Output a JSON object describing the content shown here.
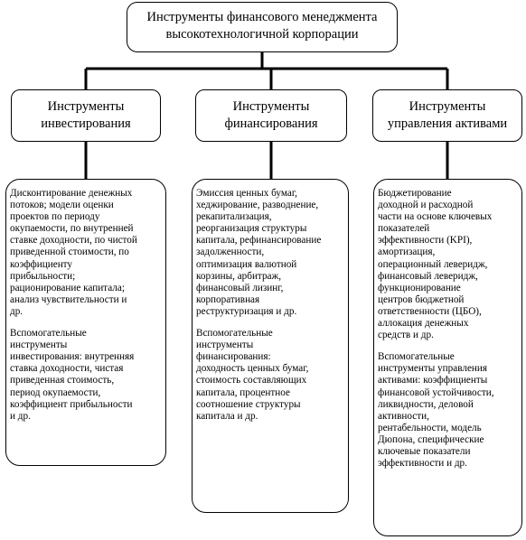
{
  "diagram": {
    "root": {
      "lines": [
        "Инструменты финансового менеджмента",
        "высокотехнологичной корпорации"
      ]
    },
    "categories": [
      {
        "title_lines": [
          "Инструменты",
          "инвестирования"
        ],
        "paragraphs": [
          [
            "Дисконтирование денежных",
            "потоков; модели оценки",
            "проектов по периоду",
            "окупаемости, по внутренней",
            "ставке доходности, по чистой",
            "приведенной стоимости, по",
            "коэффициенту",
            "прибыльности;",
            "рационирование капитала;",
            "анализ чувствительности и",
            "др."
          ],
          [
            "Вспомогательные",
            "инструменты",
            "инвестирования: внутренняя",
            "ставка доходности, чистая",
            "приведенная стоимость,",
            "период окупаемости,",
            "коэффициент прибыльности",
            "и др."
          ]
        ]
      },
      {
        "title_lines": [
          "Инструменты",
          "финансирования"
        ],
        "paragraphs": [
          [
            "Эмиссия ценных бумаг,",
            "хеджирование, разводнение,",
            "рекапитализация,",
            "реорганизация структуры",
            "капитала, рефинансирование",
            "задолженности,",
            "оптимизация валютной",
            "корзины, арбитраж,",
            "финансовый лизинг,",
            "корпоративная",
            "реструктуризация и др."
          ],
          [
            "Вспомогательные",
            "инструменты",
            "финансирования:",
            "доходность ценных бумаг,",
            "стоимость составляющих",
            "капитала, процентное",
            "соотношение структуры",
            "капитала и др."
          ]
        ]
      },
      {
        "title_lines": [
          "Инструменты",
          "управления активами"
        ],
        "paragraphs": [
          [
            "Бюджетирование",
            "доходной и расходной",
            "части на основе ключевых",
            "показателей",
            "эффективности (KPI),",
            "амортизация,",
            "операционный леверидж,",
            "финансовый леверидж,",
            "функционирование",
            "центров бюджетной",
            "ответственности (ЦБО),",
            "аллокация денежных",
            "средств и др."
          ],
          [
            "Вспомогательные",
            "инструменты управления",
            "активами: коэффициенты",
            "финансовой устойчивости,",
            "ликвидности, деловой",
            "активности,",
            "рентабельности, модель",
            "Дюпона, специфические",
            "ключевые показатели",
            "эффективности и др."
          ]
        ]
      }
    ]
  }
}
